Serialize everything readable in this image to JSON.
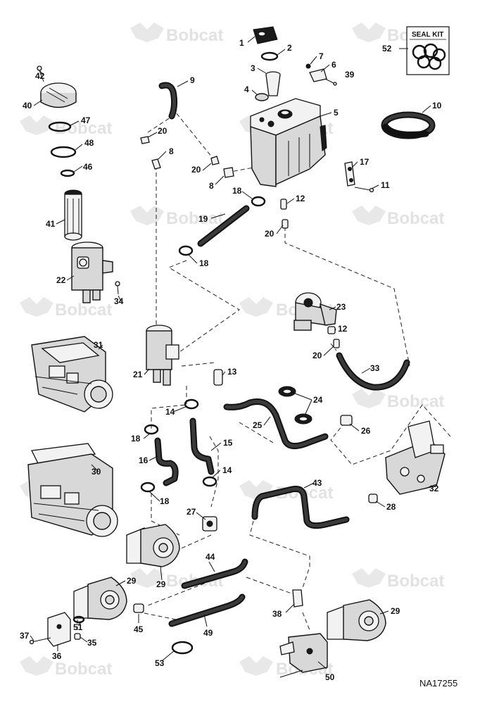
{
  "watermark": {
    "brand": "Bobcat"
  },
  "seal_kit": {
    "title": "SEAL KIT",
    "number": "52"
  },
  "document_number": "NA17255",
  "callouts": {
    "c1": "1",
    "c2": "2",
    "c3": "3",
    "c4": "4",
    "c5": "5",
    "c6": "6",
    "c7": "7",
    "c8a": "8",
    "c8b": "8",
    "c9": "9",
    "c10": "10",
    "c11": "11",
    "c12a": "12",
    "c12b": "12",
    "c13": "13",
    "c14a": "14",
    "c14b": "14",
    "c15": "15",
    "c16": "16",
    "c17": "17",
    "c18a": "18",
    "c18b": "18",
    "c18c": "18",
    "c18d": "18",
    "c19": "19",
    "c20a": "20",
    "c20b": "20",
    "c20c": "20",
    "c20d": "20",
    "c21": "21",
    "c22": "22",
    "c23": "23",
    "c24": "24",
    "c25": "25",
    "c26": "26",
    "c27": "27",
    "c28": "28",
    "c29a": "29",
    "c29b": "29",
    "c29c": "29",
    "c30": "30",
    "c31": "31",
    "c32": "32",
    "c33": "33",
    "c34": "34",
    "c35": "35",
    "c36": "36",
    "c37": "37",
    "c38": "38",
    "c39": "39",
    "c40": "40",
    "c41": "41",
    "c42": "42",
    "c43": "43",
    "c44": "44",
    "c45": "45",
    "c46": "46",
    "c47": "47",
    "c48": "48",
    "c49": "49",
    "c50": "50",
    "c51": "51",
    "c53": "53"
  }
}
